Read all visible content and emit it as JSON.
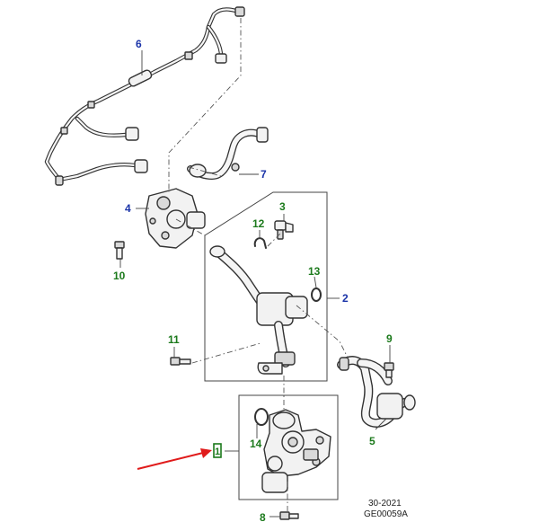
{
  "colors": {
    "callout_blue": "#1a33a8",
    "callout_green": "#1c7a1c",
    "arrow_red": "#e01b1b",
    "line": "#333333"
  },
  "callouts": {
    "c1": "1",
    "c2": "2",
    "c3": "3",
    "c4": "4",
    "c5": "5",
    "c6": "6",
    "c7": "7",
    "c8": "8",
    "c9": "9",
    "c10": "10",
    "c11": "11",
    "c12": "12",
    "c13": "13",
    "c14": "14"
  },
  "footer": {
    "date": "30-2021",
    "code": "GE00059A"
  }
}
